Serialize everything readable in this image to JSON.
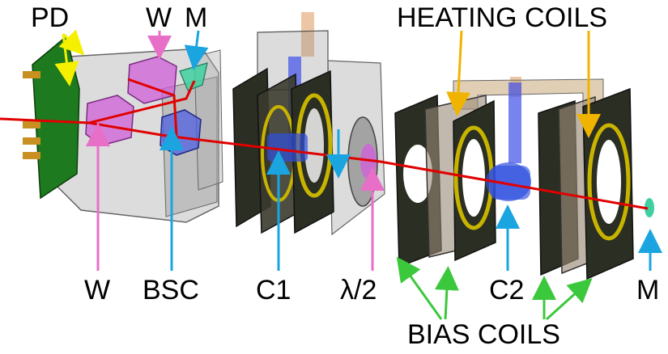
{
  "labels": {
    "pd": "PD",
    "w_top": "W",
    "m_top": "M",
    "heating_coils": "HEATING COILS",
    "w_bottom": "W",
    "bsc": "BSC",
    "c1": "C1",
    "lambda_half": "λ/2",
    "c2": "C2",
    "m_right": "M",
    "bias_coils": "BIAS COILS"
  },
  "colors": {
    "laser_beam": "#e00000",
    "arrow_pd": "#f5f000",
    "arrow_heating": "#f0b400",
    "arrow_blue": "#1aa5e0",
    "arrow_pink": "#e86fc8",
    "arrow_green": "#3cc83c",
    "waveplate": "#d060d8",
    "mirror": "#40d0a0",
    "beamsplitter": "#5060e0",
    "cell": "#3050e0",
    "coil_copper": "#c8b400",
    "coil_board": "#2b2e22",
    "pcb": "#1e7a1e"
  }
}
